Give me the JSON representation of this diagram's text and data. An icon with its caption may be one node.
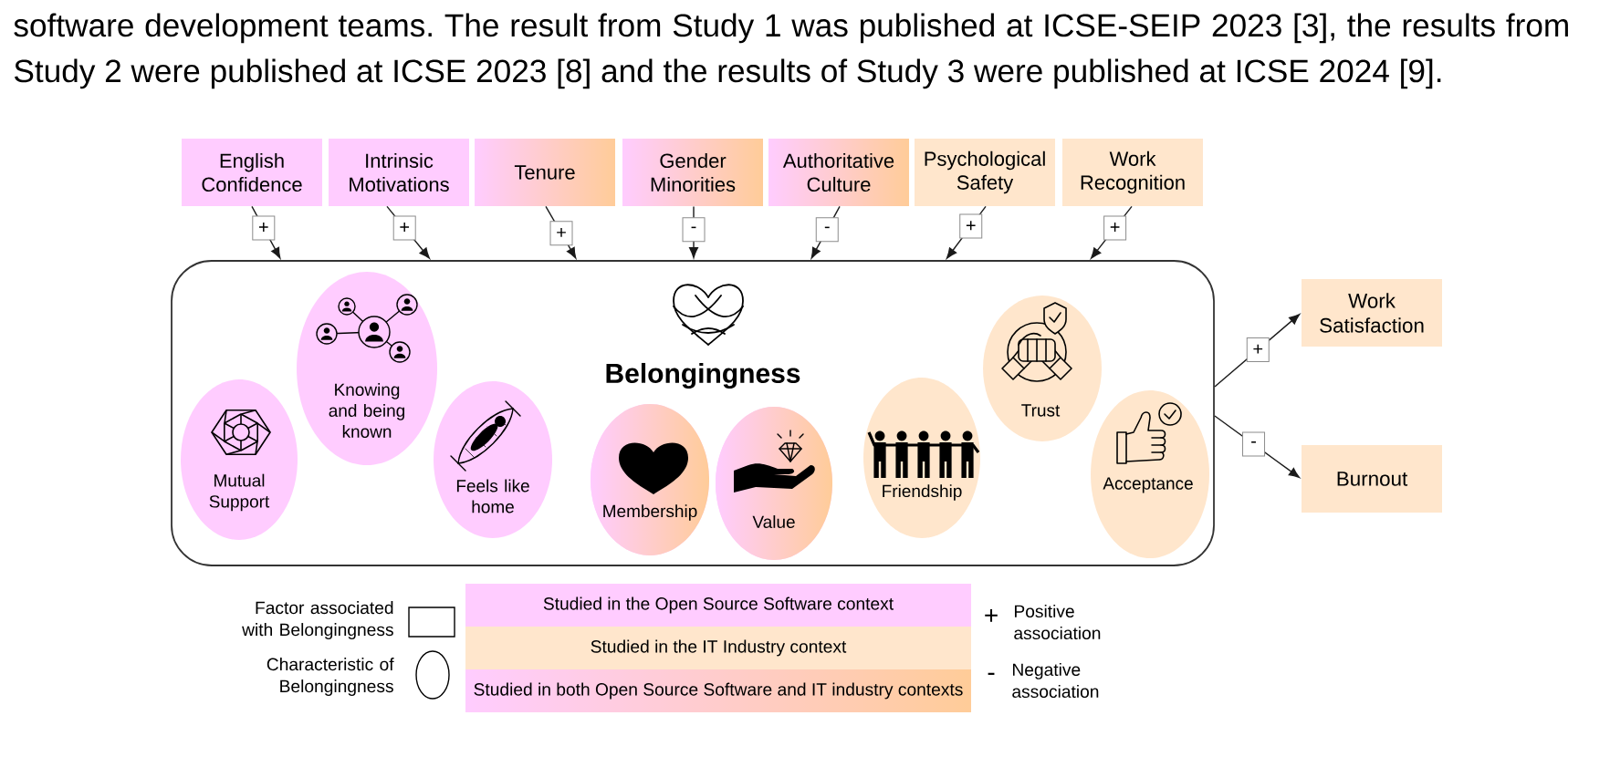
{
  "diagram": {
    "nodes": [
      {
        "text": [
          "English Confidence"
        ]
      },
      {
        "text": [
          "Intrinsic Motivations"
        ]
      },
      {
        "text": [
          "Tenure"
        ]
      },
      {
        "text": [
          "Gender Minorities"
        ]
      },
      {
        "text": [
          "Authoritative Culture"
        ]
      },
      {
        "text": [
          "Psychological Safety"
        ]
      },
      {
        "text": [
          "Work Recognition"
        ]
      },
      {
        "text": [
          "Belongingness"
        ]
      },
      {
        "text": [
          "Mutual Support"
        ],
        "in": 7
      },
      {
        "text": [
          "Knowing and being known"
        ],
        "in": 7
      },
      {
        "text": [
          "Feels like home"
        ],
        "in": 7
      },
      {
        "text": [
          "Membership"
        ],
        "in": 7
      },
      {
        "text": [
          "Value"
        ],
        "in": 7
      },
      {
        "text": [
          "Friendship"
        ],
        "in": 7
      },
      {
        "text": [
          "Trust"
        ],
        "in": 7
      },
      {
        "text": [
          "Acceptance"
        ],
        "in": 7
      },
      {
        "text": [
          "Work Satisfaction"
        ]
      },
      {
        "text": [
          "Burnout"
        ]
      }
    ],
    "edges": [
      {
        "from": 0,
        "to": 7,
        "arrow": "to",
        "label": "+"
      },
      {
        "from": 1,
        "to": 7,
        "arrow": "to",
        "label": "+"
      },
      {
        "from": 2,
        "to": 7,
        "arrow": "to",
        "label": "+"
      },
      {
        "from": 3,
        "to": 7,
        "arrow": "to",
        "label": "-"
      },
      {
        "from": 4,
        "to": 7,
        "arrow": "to",
        "label": "-"
      },
      {
        "from": 5,
        "to": 7,
        "arrow": "to",
        "label": "+"
      },
      {
        "from": 6,
        "to": 7,
        "arrow": "to",
        "label": "+"
      },
      {
        "from": 7,
        "to": 16,
        "arrow": "to",
        "label": "+"
      },
      {
        "from": 7,
        "to": 17,
        "arrow": "to",
        "label": "-"
      }
    ],
    "labels": [
      "software development teams. The result from Study 1 was published at ICSE-SEIP 2023 [3], the results from",
      "Study 2 were published at ICSE 2023 [8] and the results of Study 3 were published at ICSE 2024 [9].",
      "+",
      "-"
    ],
    "legend": [
      {
        "text": "Factor associated with Belongingness"
      },
      {
        "text": "Characteristic of Belongingness"
      },
      {
        "text": "Studied in the Open Source Software context",
        "color": "#ffccff"
      },
      {
        "text": "Studied in the IT Industry context",
        "color": "#ffe6cc"
      },
      {
        "text": "Studied in both Open Source Software and IT industry contexts"
      },
      {
        "text": "Positive association"
      },
      {
        "text": "Negative association"
      }
    ]
  }
}
